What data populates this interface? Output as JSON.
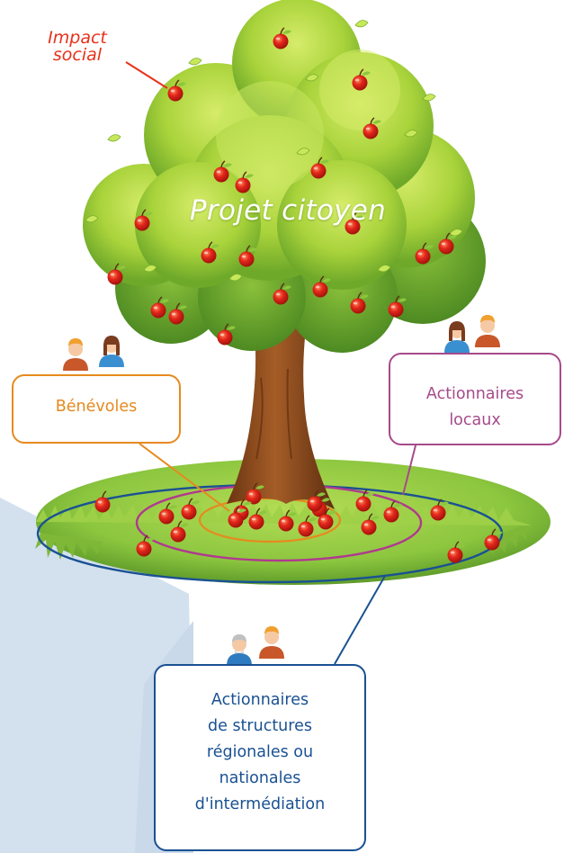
{
  "diagram": {
    "tree_title": "Projet citoyen",
    "impact_label": [
      "Impact",
      "social"
    ],
    "groups": [
      {
        "id": "benevoles",
        "lines": [
          "Bénévoles"
        ],
        "color": "#e68a1f"
      },
      {
        "id": "locaux",
        "lines": [
          "Actionnaires",
          "locaux"
        ],
        "color": "#a64a8b"
      },
      {
        "id": "regionales",
        "lines": [
          "Actionnaires",
          "de structures",
          "régionales ou",
          "nationales",
          "d'intermédiation"
        ],
        "color": "#1a5192"
      }
    ]
  },
  "colors": {
    "impact": "#e8311b",
    "benevoles": "#e68a1f",
    "locaux": "#a64a8b",
    "regionales": "#1a5192",
    "foliage": "#a9d33b",
    "grass": "#8cc63f",
    "trunk": "#8b4a1c",
    "apple": "#e3271b",
    "background_shape": "#d3e0ee"
  }
}
